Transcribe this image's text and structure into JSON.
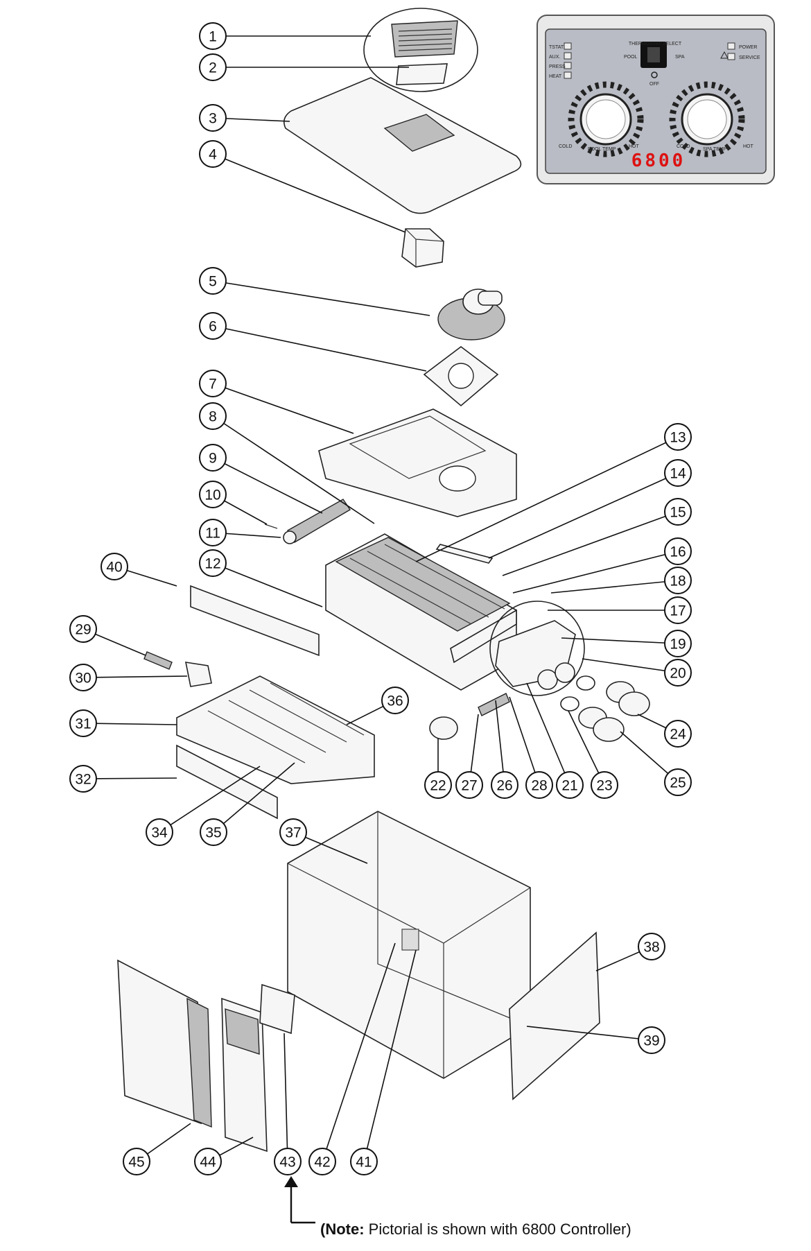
{
  "callouts": [
    {
      "number": "1"
    },
    {
      "number": "2"
    },
    {
      "number": "3"
    },
    {
      "number": "4"
    },
    {
      "number": "5"
    },
    {
      "number": "6"
    },
    {
      "number": "7"
    },
    {
      "number": "8"
    },
    {
      "number": "9"
    },
    {
      "number": "10"
    },
    {
      "number": "11"
    },
    {
      "number": "12"
    },
    {
      "number": "13"
    },
    {
      "number": "14"
    },
    {
      "number": "15"
    },
    {
      "number": "16"
    },
    {
      "number": "17"
    },
    {
      "number": "18"
    },
    {
      "number": "19"
    },
    {
      "number": "20"
    },
    {
      "number": "21"
    },
    {
      "number": "22"
    },
    {
      "number": "23"
    },
    {
      "number": "24"
    },
    {
      "number": "25"
    },
    {
      "number": "26"
    },
    {
      "number": "27"
    },
    {
      "number": "28"
    },
    {
      "number": "29"
    },
    {
      "number": "30"
    },
    {
      "number": "31"
    },
    {
      "number": "32"
    },
    {
      "number": "34"
    },
    {
      "number": "35"
    },
    {
      "number": "36"
    },
    {
      "number": "37"
    },
    {
      "number": "38"
    },
    {
      "number": "39"
    },
    {
      "number": "40"
    },
    {
      "number": "41"
    },
    {
      "number": "42"
    },
    {
      "number": "43"
    },
    {
      "number": "44"
    },
    {
      "number": "45"
    }
  ],
  "controller_panel": {
    "thermostat_select_label": "THERMOSTAT SELECT",
    "pool_label": "POOL",
    "spa_label": "SPA",
    "off_label": "OFF",
    "indicators_left": [
      "TSTAT",
      "AUX.",
      "PRESS",
      "HEAT"
    ],
    "indicators_right": [
      "POWER",
      "SERVICE"
    ],
    "pool_cold": "COLD",
    "pool_temp": "POOL TEMP",
    "pool_hot": "HOT",
    "spa_cold": "COLD",
    "spa_temp": "SPA TEMP",
    "spa_hot": "HOT",
    "model": "6800",
    "model_color": "#d11111"
  },
  "note": {
    "prefix": "(Note:",
    "text": " Pictorial is shown with 6800 Controller)"
  }
}
